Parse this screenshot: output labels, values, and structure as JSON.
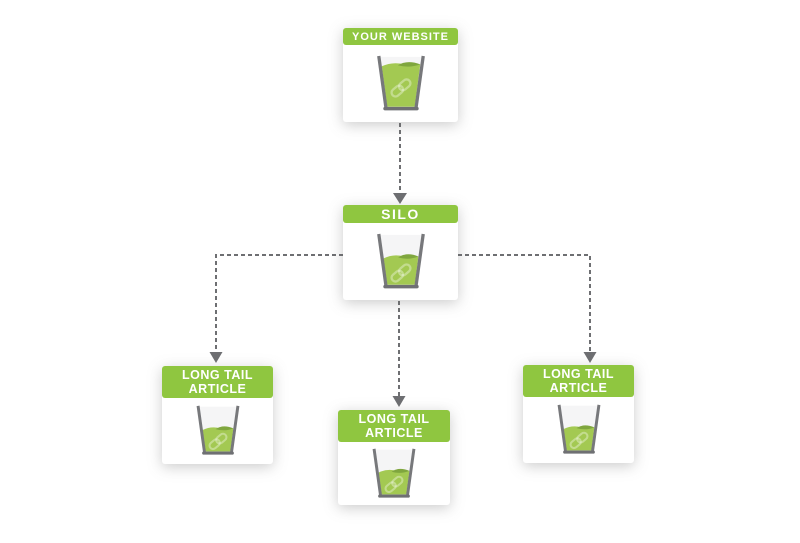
{
  "diagram": {
    "type": "silo-structure-flowchart",
    "nodes": [
      {
        "id": "your-website",
        "label": "YOUR WEBSITE",
        "icon": "glass-of-link-juice-icon",
        "glass_fill": 0.88
      },
      {
        "id": "silo",
        "label": "SILO",
        "icon": "glass-of-link-juice-icon",
        "glass_fill": 0.6
      },
      {
        "id": "long-tail-article-left",
        "label": "LONG TAIL ARTICLE",
        "icon": "glass-of-link-juice-icon",
        "glass_fill": 0.55
      },
      {
        "id": "long-tail-article-middle",
        "label": "LONG TAIL ARTICLE",
        "icon": "glass-of-link-juice-icon",
        "glass_fill": 0.56
      },
      {
        "id": "long-tail-article-right",
        "label": "LONG TAIL ARTICLE",
        "icon": "glass-of-link-juice-icon",
        "glass_fill": 0.55
      }
    ],
    "edges": [
      {
        "from": "your-website",
        "to": "silo",
        "style": "dashed-arrow"
      },
      {
        "from": "silo",
        "to": "long-tail-article-left",
        "style": "dashed-arrow"
      },
      {
        "from": "silo",
        "to": "long-tail-article-middle",
        "style": "dashed-arrow"
      },
      {
        "from": "silo",
        "to": "long-tail-article-right",
        "style": "dashed-arrow"
      }
    ],
    "colors": {
      "header_green": "#8fc640",
      "liquid_green": "#a3c952",
      "liquid_dark_green": "#7fa63e",
      "glass_interior": "#f5f5f6",
      "glass_gray": "#77787b",
      "glass_base_gray": "#6f7073",
      "connector_gray": "#6e6f72",
      "label_text": "#ffffff",
      "card_background": "#ffffff",
      "page_background": "#ffffff"
    }
  }
}
